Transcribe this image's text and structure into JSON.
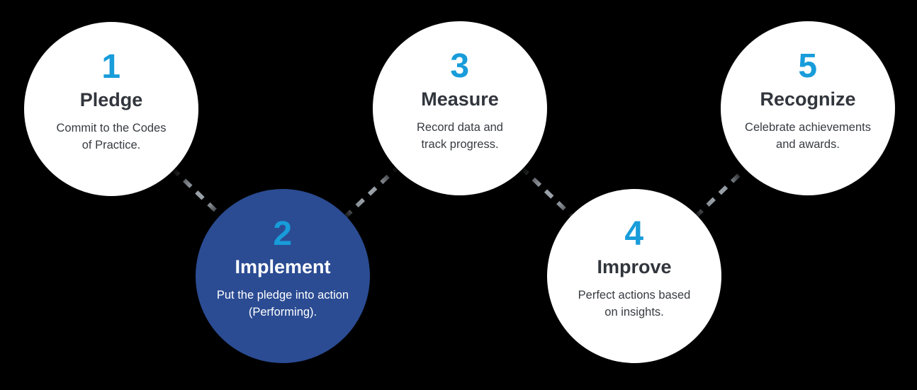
{
  "diagram": {
    "type": "process-steps",
    "background_color": "#000000",
    "colors": {
      "step_number": "#189cda",
      "step_title": "#31353c",
      "step_description": "#373b41",
      "circle_default": "#ffffff",
      "circle_active": "#2b4c93",
      "active_text": "#ffffff",
      "connector": "#9aa1a8"
    },
    "steps": [
      {
        "number": "1",
        "title": "Pledge",
        "description": "Commit to the Codes of Practice.",
        "active": false,
        "row": "top"
      },
      {
        "number": "2",
        "title": "Implement",
        "description": "Put the pledge into action (Performing).",
        "active": true,
        "row": "bottom"
      },
      {
        "number": "3",
        "title": "Measure",
        "description": "Record data and track progress.",
        "active": false,
        "row": "top"
      },
      {
        "number": "4",
        "title": "Improve",
        "description": "Perfect actions based on insights.",
        "active": false,
        "row": "bottom"
      },
      {
        "number": "5",
        "title": "Recognize",
        "description": "Celebrate achievements and awards.",
        "active": false,
        "row": "top"
      }
    ]
  }
}
